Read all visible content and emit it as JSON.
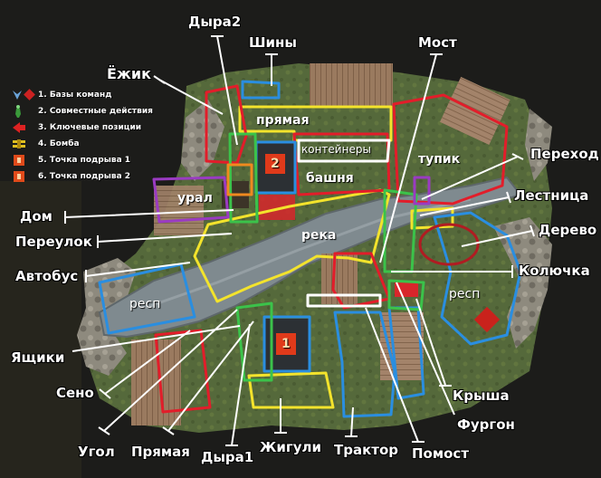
{
  "legend": {
    "items": [
      {
        "text": "1. Базы команд",
        "icon": "team-bases-icon"
      },
      {
        "text": "2. Совместные действия",
        "icon": "soldier-icon"
      },
      {
        "text": "3. Ключевые позиции",
        "icon": "arrow-icon"
      },
      {
        "text": "4. Бомба",
        "icon": "bomb-icon"
      },
      {
        "text": "5. Точка подрыва 1",
        "icon": "bombsite-1-icon"
      },
      {
        "text": "6. Точка подрыва 2",
        "icon": "bombsite-2-icon"
      }
    ]
  },
  "callouts": {
    "dyra2": "Дыра2",
    "shiny": "Шины",
    "most": "Мост",
    "ezhik": "Ёжик",
    "perekhod": "Переход",
    "lestnitsa": "Лестница",
    "derevo": "Дерево",
    "dom": "Дом",
    "pereulok": "Переулок",
    "koluchka": "Колючка",
    "avtobus": "Автобус",
    "yashchiki": "Ящики",
    "seno": "Сено",
    "krysha": "Крыша",
    "furgon": "Фургон",
    "ugol": "Угол",
    "pryamaya_bottom": "Прямая",
    "dyra1": "Дыра1",
    "zhiguli": "Жигули",
    "traktor": "Трактор",
    "pomost": "Помост"
  },
  "zones": {
    "pryamaya_top": "прямая",
    "konteinery": "контейнеры",
    "bashnya": "башня",
    "tupik": "тупик",
    "ural": "урал",
    "reka": "река",
    "resp_left": "респ",
    "resp_right": "респ",
    "site_2": "2",
    "site_1": "1"
  },
  "colors": {
    "background": "#1c1c1a",
    "terrain": "#556b3c",
    "river": "#7f8a8f",
    "roof": "#9a7a5f",
    "yellow": "#f3e32c",
    "red": "#e21d2a",
    "blue": "#2a8ee0",
    "green": "#3bc24a",
    "purple": "#9a3bc2",
    "orange": "#ef8a1f",
    "white": "#ffffff"
  }
}
